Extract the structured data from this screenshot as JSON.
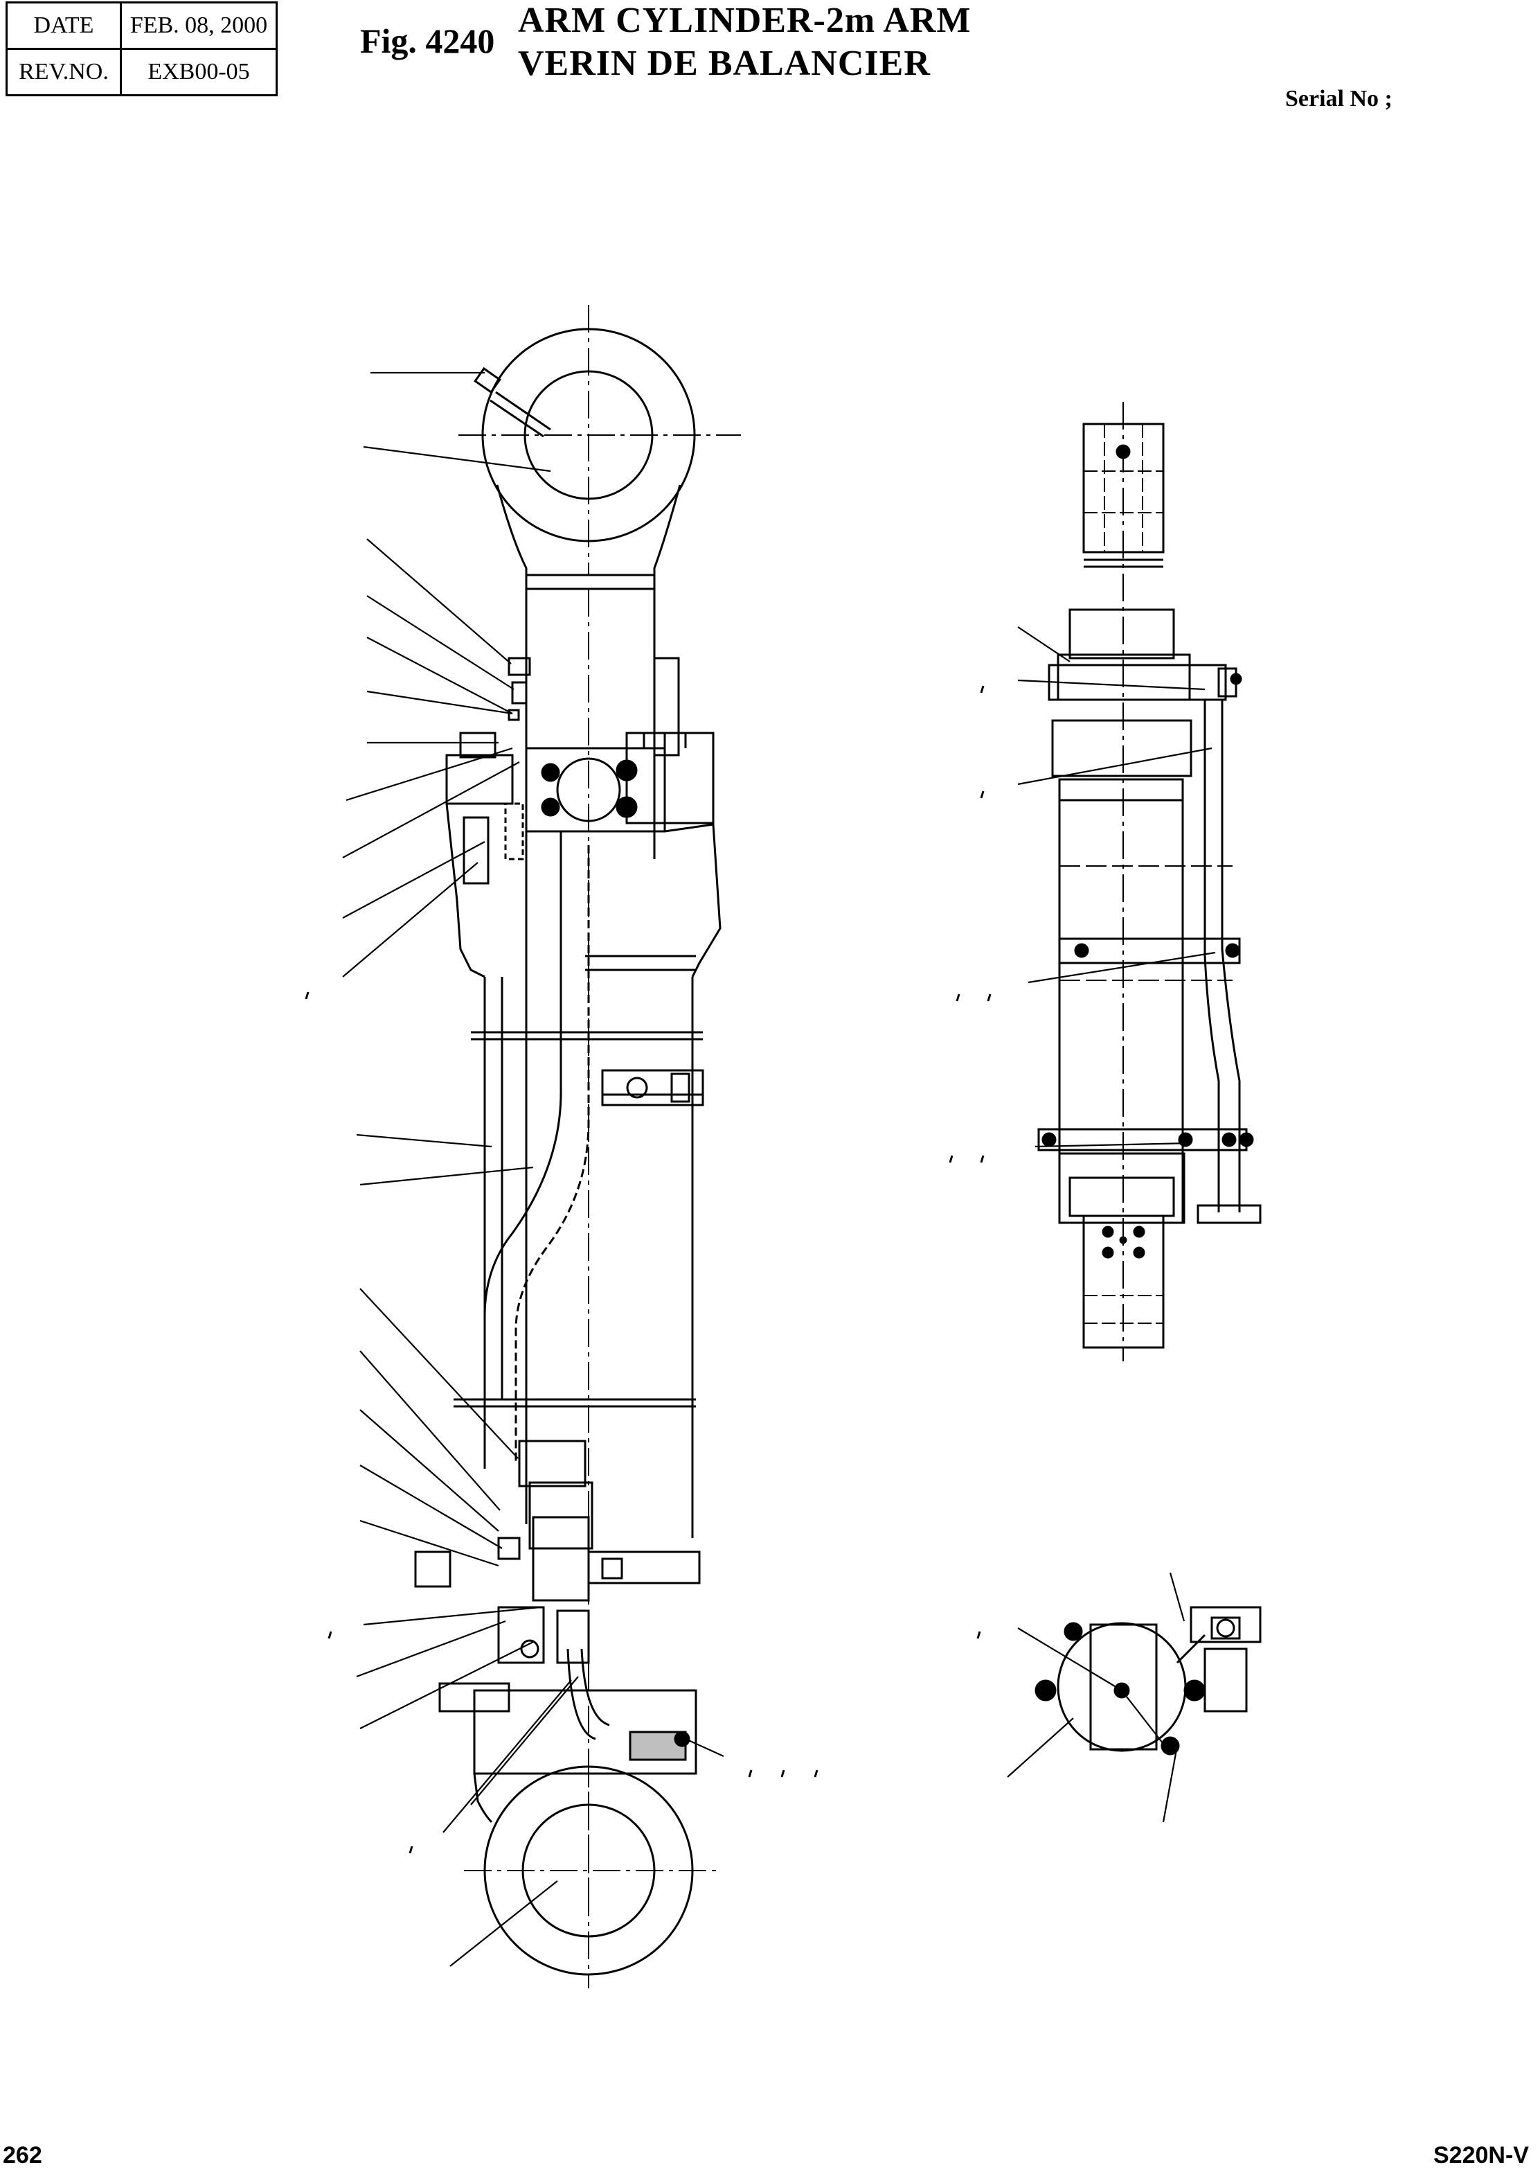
{
  "info_table": {
    "date_label": "DATE",
    "date_value": "FEB. 08, 2000",
    "rev_label": "REV.NO.",
    "rev_value": "EXB00-05"
  },
  "figure": {
    "number": "Fig. 4240",
    "title_en": "ARM CYLINDER-2m ARM",
    "title_fr": "VERIN DE BALANCIER"
  },
  "serial_label": "Serial No ;",
  "footer": {
    "page": "262",
    "model": "S220N-V"
  }
}
